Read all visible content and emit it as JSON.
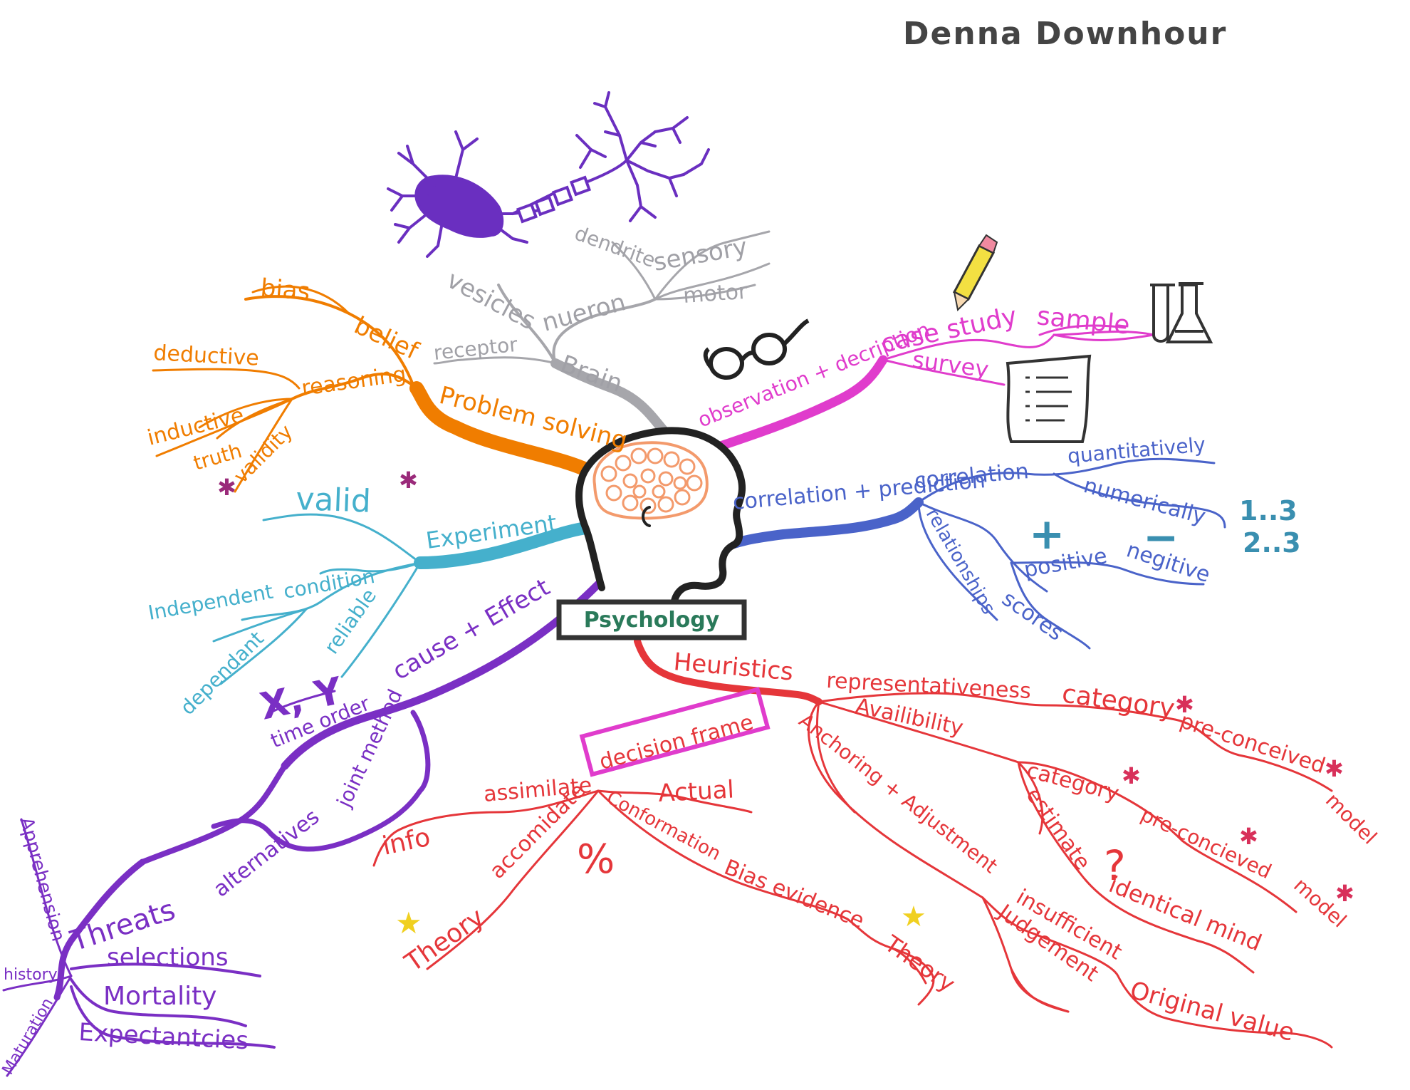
{
  "author": "Denna Downhour",
  "center": {
    "label": "Psychology"
  },
  "colors": {
    "orange": "#f07d00",
    "cyan": "#45b0cc",
    "purple": "#7a2fc4",
    "gray": "#a6a6ab",
    "magenta": "#e03ccc",
    "blue": "#4a63c9",
    "red": "#e5363a",
    "head_outline": "#222222",
    "brain": "#f39a6c",
    "label_box": "#333333",
    "star_yellow": "#f0d020",
    "star_red": "#d8305a",
    "star_purple": "#9a2a7a",
    "symbol_teal": "#3a8fb0"
  },
  "branches": {
    "orange": {
      "main": "Problem solving",
      "labels": {
        "bias": "bias",
        "belief": "belief",
        "deductive": "deductive",
        "reasoning": "reasoning",
        "inductive": "inductive",
        "truth": "truth",
        "validity": "validity"
      }
    },
    "gray": {
      "main": "Brain",
      "labels": {
        "vesicles": "vesicles",
        "nueron": "nueron",
        "dendrite": "dendrite",
        "sensory": "sensory",
        "motor": "motor",
        "receptor": "receptor"
      }
    },
    "cyan": {
      "main": "Experiment",
      "labels": {
        "valid": "valid",
        "condition": "condition",
        "independent": "Independent",
        "dependent": "dependant",
        "reliable": "reliable"
      },
      "symbol_xy": "X, Y"
    },
    "magenta": {
      "main": "observation + decription",
      "labels": {
        "case_study": "case study",
        "sample": "sample",
        "survey": "survey"
      }
    },
    "blue": {
      "main": "correlation + prediction",
      "labels": {
        "correlation": "correlation",
        "quantitatively": "quantitatively",
        "numerically": "numerically",
        "relationships": "relationships",
        "positive": "positive",
        "negitive": "negitive",
        "scores": "scores"
      },
      "symbols": {
        "plus": "+",
        "minus": "−",
        "num1": "1..3",
        "num2": "2..3"
      }
    },
    "purple": {
      "main": "cause + Effect",
      "labels": {
        "time_order": "time order",
        "joint_method": "joint method",
        "alternatives": "alternatives",
        "threats": "Threats",
        "selections": "selections",
        "mortality": "Mortality",
        "expectancies": "Expectantcies",
        "apprehension": "Apprehension",
        "history": "history",
        "maturation": "Maturation"
      }
    },
    "red": {
      "main": "Heuristics",
      "labels": {
        "representativeness": "representativeness",
        "category1": "category",
        "preconceived1": "pre-conceived",
        "model1": "model",
        "availability": "Availibility",
        "category2": "category",
        "preconceived2": "pre-concieved",
        "model2": "model",
        "estimate": "estimate",
        "identical_mind": "identical mind",
        "anchoring": "Anchoring + Adjustment",
        "insufficient": "insufficient",
        "judgement": "Judgement",
        "original_value": "Original value",
        "decision_frame": "decision frame",
        "assimilate": "assimilate",
        "info": "info",
        "actual": "Actual",
        "accomidate": "accomidate",
        "theory1": "Theory",
        "conformation": "Conformation",
        "bias_evidence": "Bias evidence",
        "theory2": "Theory"
      },
      "symbols": {
        "percent": "%",
        "question": "?"
      }
    }
  }
}
